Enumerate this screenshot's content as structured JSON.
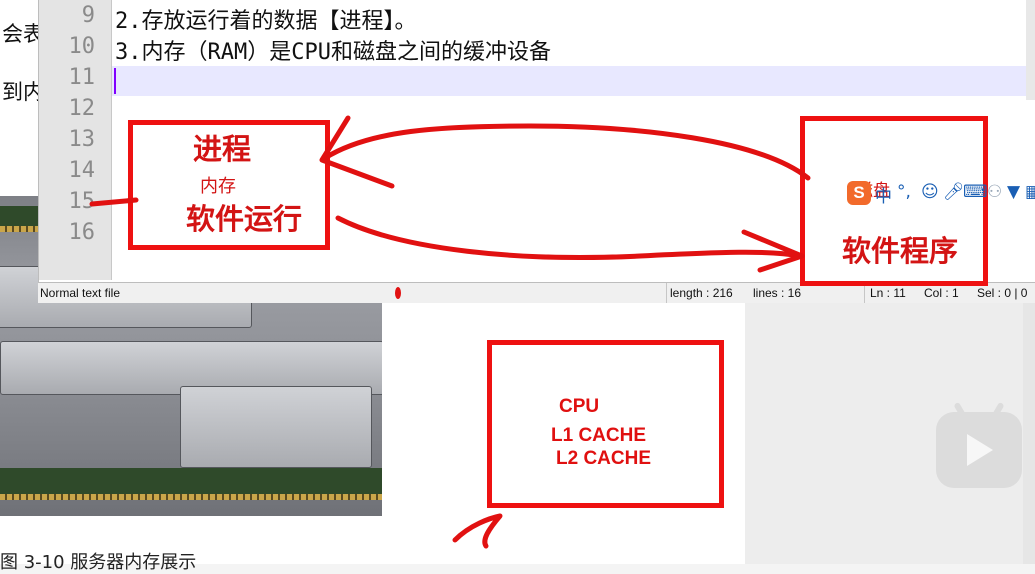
{
  "background_slide": {
    "fragment_top": "会表",
    "fragment_mid": "到内",
    "caption": "图 3-10 服务器内存展示"
  },
  "editor": {
    "lines": [
      {
        "no": "9",
        "text": "2.存放运行着的数据【进程】。"
      },
      {
        "no": "10",
        "text": "3.内存（RAM）是CPU和磁盘之间的缓冲设备"
      },
      {
        "no": "11",
        "text": ""
      },
      {
        "no": "12",
        "text": ""
      },
      {
        "no": "13",
        "text": ""
      },
      {
        "no": "14",
        "text": ""
      },
      {
        "no": "15",
        "text": ""
      },
      {
        "no": "16",
        "text": ""
      }
    ],
    "current_line": "11"
  },
  "statusbar": {
    "file_type": "Normal text file",
    "length": "length : 216",
    "lines": "lines : 16",
    "ln": "Ln : 11",
    "col": "Col : 1",
    "sel": "Sel : 0 | 0"
  },
  "ime": {
    "logo": "S",
    "mode": "中",
    "punct": "°,",
    "icons": [
      "smiley-icon",
      "microphone-icon",
      "keyboard-icon",
      "users-icon",
      "shirt-icon",
      "grid-icon"
    ]
  },
  "annotations": {
    "process_title": "进程",
    "memory_label": "内存",
    "software_running": "软件运行",
    "disk_label": "磁盘",
    "software_program": "软件程序",
    "cpu": "CPU",
    "l1_cache": "L1 CACHE",
    "l2_cache": "L2 CACHE"
  },
  "colors": {
    "annotation_red": "#e11111",
    "current_line_bg": "#e8e8ff",
    "caret": "#8000ff"
  }
}
